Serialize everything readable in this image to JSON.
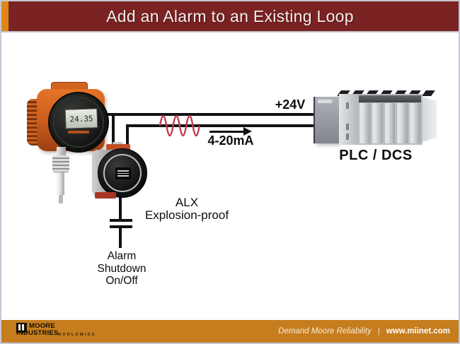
{
  "title": "Add an Alarm to an Existing Loop",
  "colors": {
    "title_bar": "#7B2322",
    "accent_orange": "#DE8818",
    "footer_orange": "#C67D1E",
    "wire_black": "#111111",
    "signal_red": "#C23C4E",
    "transmitter_orange": "#C85A1D"
  },
  "diagram": {
    "supply_label": "+24V",
    "current_label": "4-20mA",
    "plc_label": "PLC / DCS",
    "alx_label": {
      "line1": "ALX",
      "line2": "Explosion-proof"
    },
    "alarm_switch_label": {
      "line1": "Alarm",
      "line2": "Shutdown",
      "line3": "On/Off"
    },
    "transmitter": {
      "lcd_value": "24.35"
    }
  },
  "footer": {
    "logo_line1": "MOORE",
    "logo_line2": "INDUSTRIES",
    "logo_line3": "WORLDWIDE",
    "tagline": "Demand Moore Reliability",
    "separator": "|",
    "website": "www.miinet.com"
  }
}
